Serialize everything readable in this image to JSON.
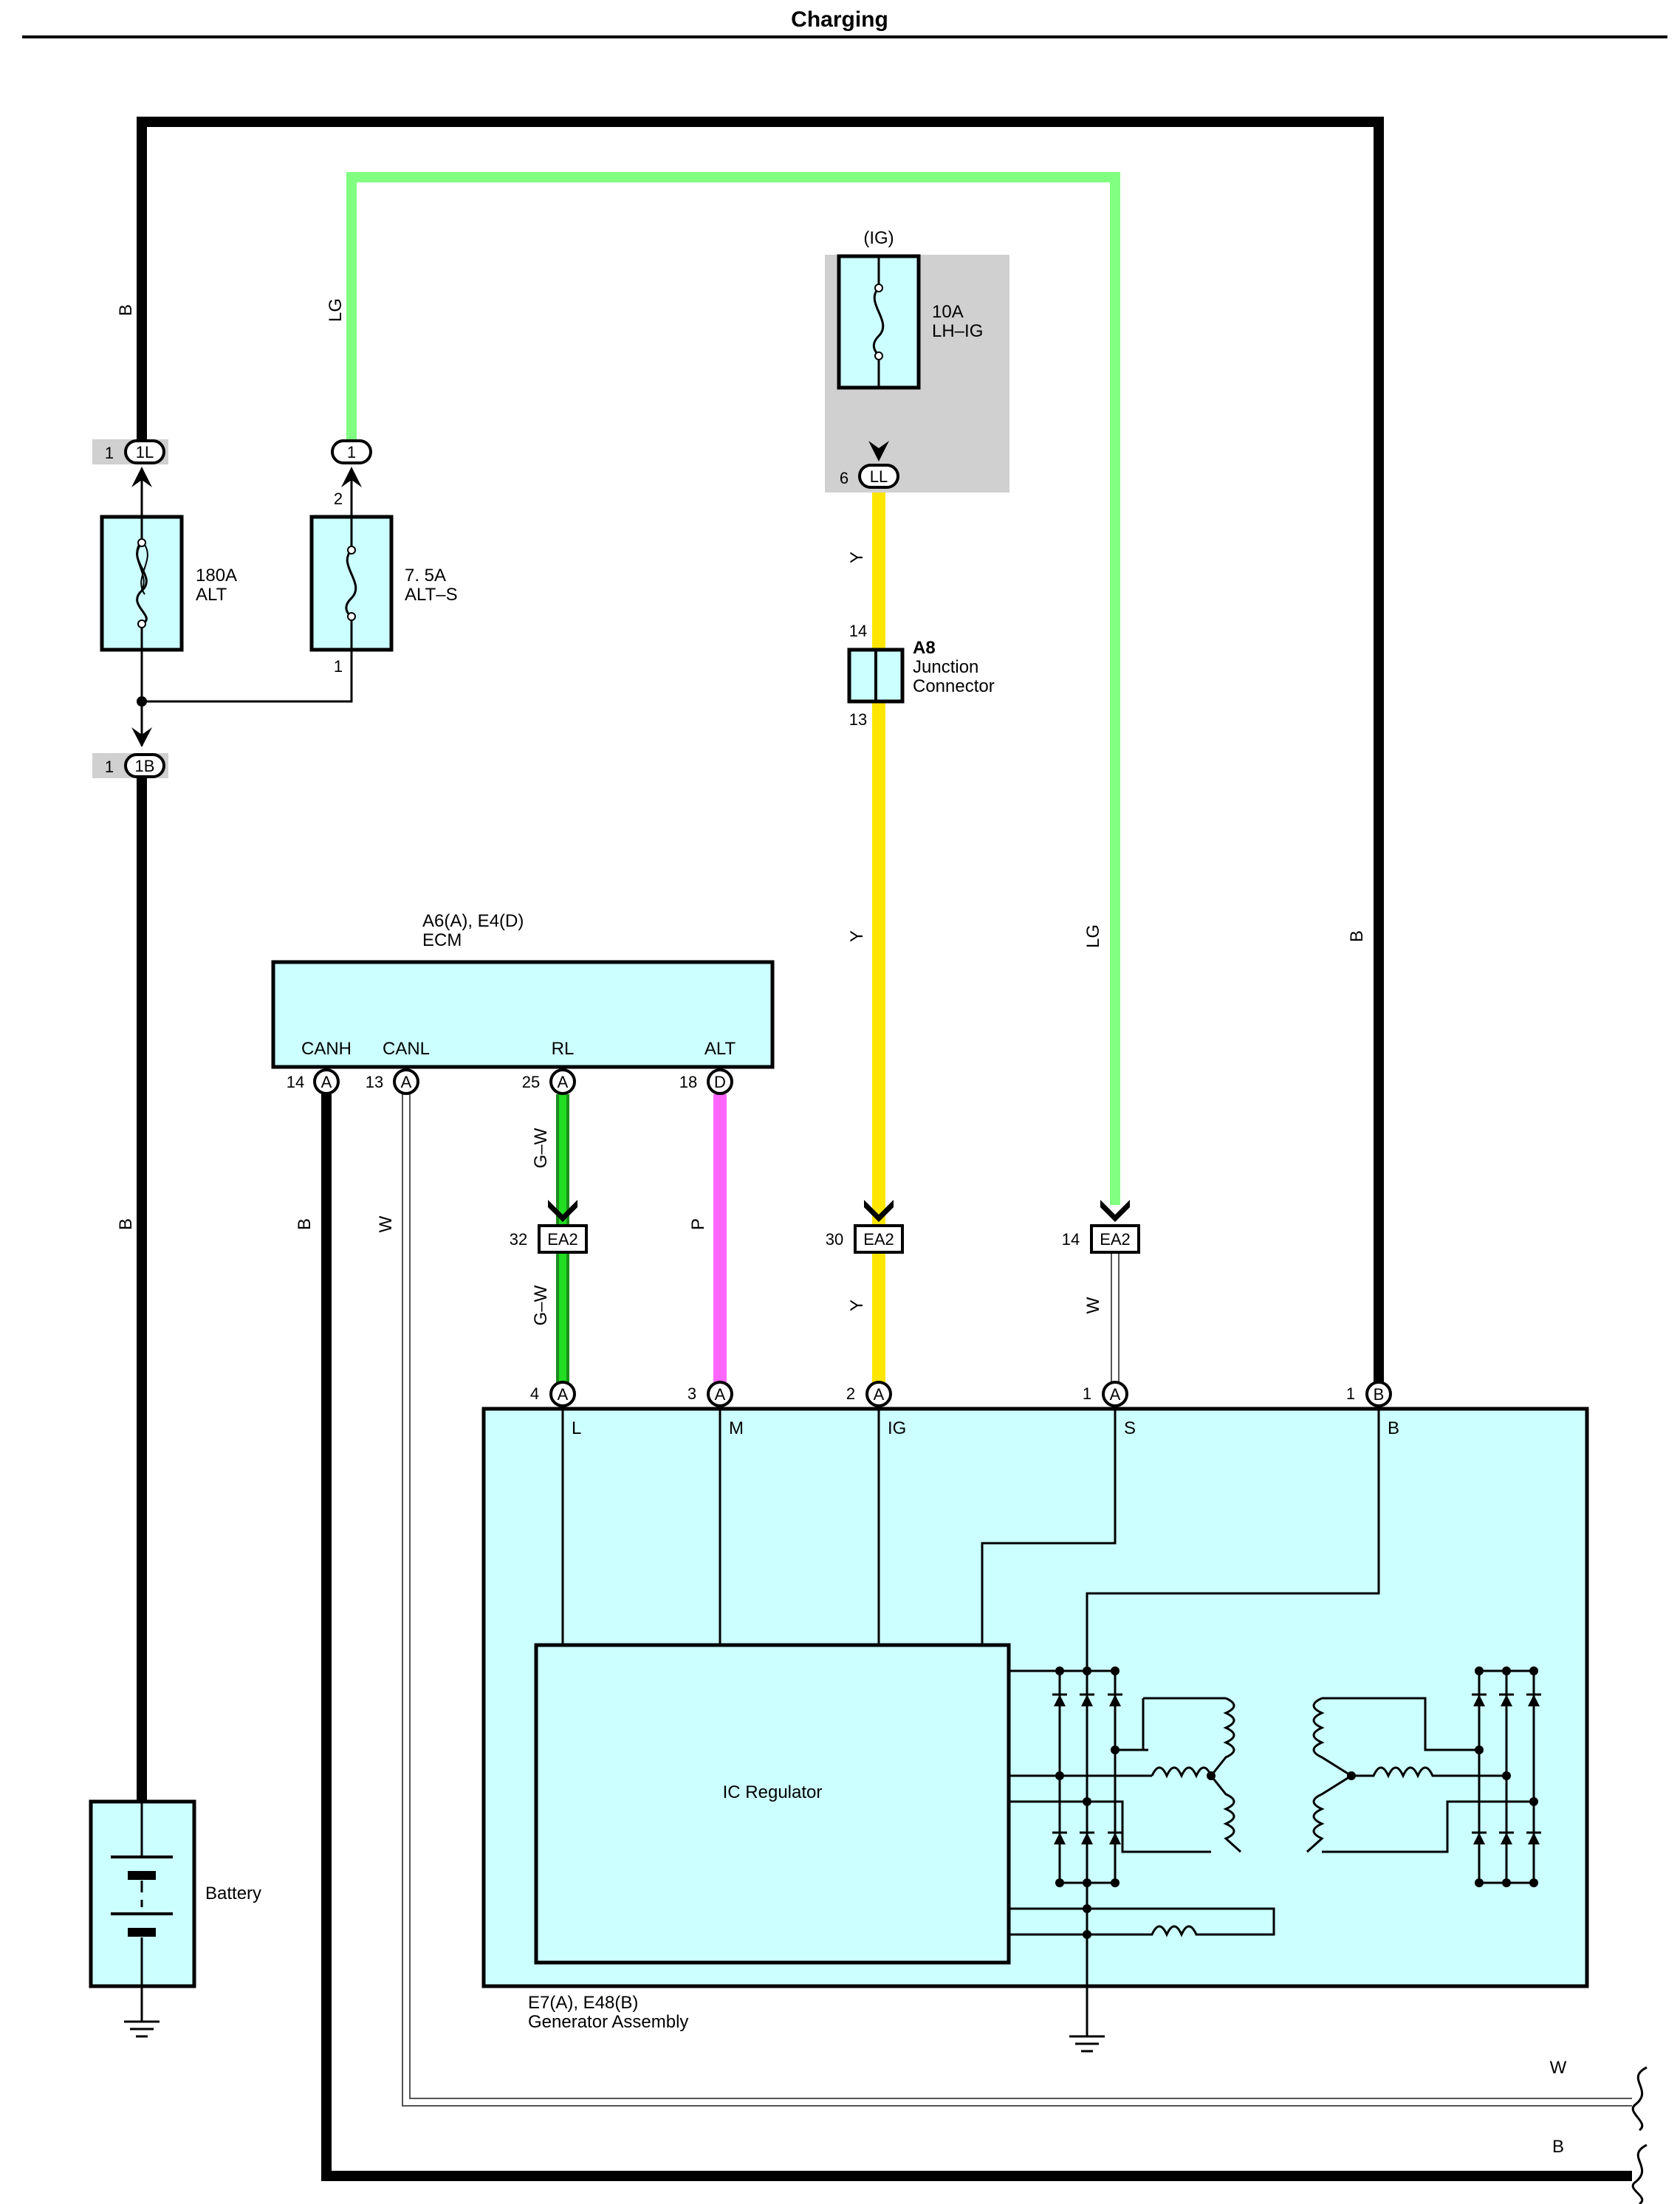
{
  "title": "Charging",
  "wire_colors": {
    "B": "#000000",
    "LG": "#80ff80",
    "Y": "#ffe600",
    "G-W": "#22cc22",
    "P": "#ff66ff",
    "W": "#ffffff"
  },
  "component_fill": "#ccffff",
  "grey_fill": "#d0d0d0",
  "fuses": {
    "alt": {
      "amp": "180A",
      "name": "ALT"
    },
    "alt_s": {
      "amp": "7. 5A",
      "name": "ALT–S"
    },
    "lh_ig": {
      "supply": "(IG)",
      "amp": "10A",
      "name": "LH–IG"
    }
  },
  "connectors": {
    "c1l": {
      "pin": "1",
      "code": "1L"
    },
    "c1": {
      "code": "1"
    },
    "c1b": {
      "pin": "1",
      "code": "1B"
    },
    "ll": {
      "pin": "6",
      "code": "LL"
    },
    "alt_s_top_pin": "2",
    "alt_s_bottom_pin": "1"
  },
  "junction": {
    "code": "A8",
    "name": "Junction",
    "name2": "Connector",
    "pin_top": "14",
    "pin_bottom": "13"
  },
  "ecm": {
    "codes": "A6(A), E4(D)",
    "name": "ECM",
    "terminals": [
      {
        "name": "CANH",
        "pin": "14",
        "conn": "A"
      },
      {
        "name": "CANL",
        "pin": "13",
        "conn": "A"
      },
      {
        "name": "RL",
        "pin": "25",
        "conn": "A"
      },
      {
        "name": "ALT",
        "pin": "18",
        "conn": "D"
      }
    ]
  },
  "ea2": [
    {
      "pin": "32",
      "code": "EA2"
    },
    {
      "pin": "30",
      "code": "EA2"
    },
    {
      "pin": "14",
      "code": "EA2"
    }
  ],
  "generator": {
    "codes": "E7(A), E48(B)",
    "name": "Generator Assembly",
    "regulator": "IC Regulator",
    "terminals": [
      {
        "pin": "4",
        "conn": "A",
        "name": "L"
      },
      {
        "pin": "3",
        "conn": "A",
        "name": "M"
      },
      {
        "pin": "2",
        "conn": "A",
        "name": "IG"
      },
      {
        "pin": "1",
        "conn": "A",
        "name": "S"
      },
      {
        "pin": "1",
        "conn": "B",
        "name": "B"
      }
    ]
  },
  "battery": {
    "name": "Battery"
  },
  "wire_labels": {
    "b_left": "B",
    "lg_left": "LG",
    "y_top": "Y",
    "y_mid": "Y",
    "lg_right": "LG",
    "b_right": "B",
    "b_bat": "B",
    "b_canh": "B",
    "w_canl": "W",
    "gw_top": "G–W",
    "gw_bot": "G–W",
    "p_alt": "P",
    "y_bot": "Y",
    "w_s": "W",
    "w_out": "W",
    "b_out": "B"
  }
}
